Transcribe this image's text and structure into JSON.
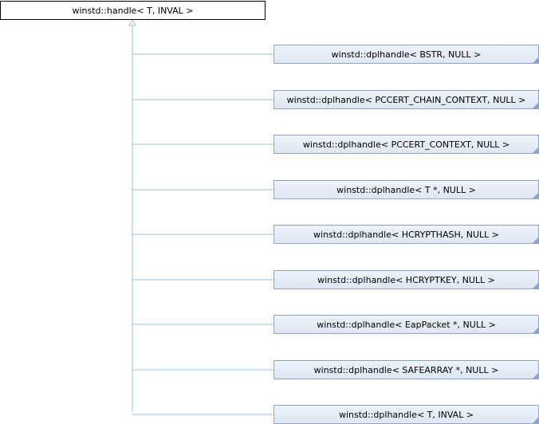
{
  "diagram": {
    "base_class": "winstd::handle< T, INVAL >",
    "derived_classes": [
      "winstd::dplhandle< BSTR, NULL >",
      "winstd::dplhandle< PCCERT_CHAIN_CONTEXT, NULL >",
      "winstd::dplhandle< PCCERT_CONTEXT, NULL >",
      "winstd::dplhandle< T *, NULL >",
      "winstd::dplhandle< HCRYPTHASH, NULL >",
      "winstd::dplhandle< HCRYPTKEY, NULL >",
      "winstd::dplhandle< EapPacket *, NULL >",
      "winstd::dplhandle< SAFEARRAY *, NULL >",
      "winstd::dplhandle< T, INVAL >"
    ],
    "colors": {
      "edge": "#9ec1dd",
      "derived_border": "#8ea3c7",
      "derived_fill": "#e4eaf5",
      "base_border": "#000000"
    }
  }
}
